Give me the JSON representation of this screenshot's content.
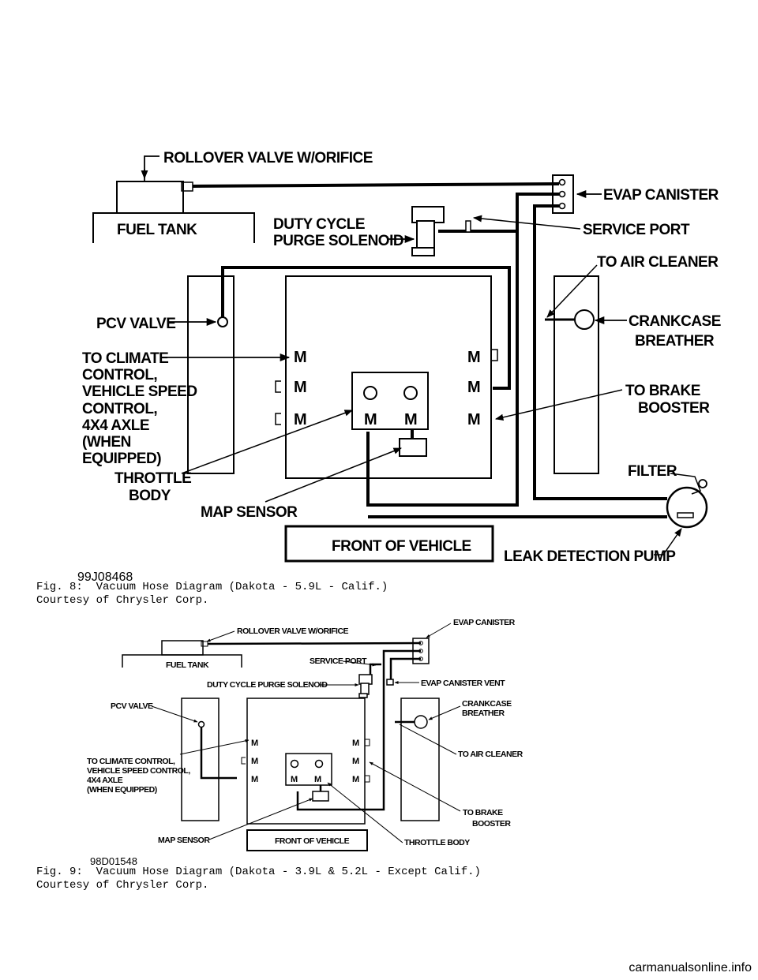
{
  "fig8": {
    "labels": {
      "rollover": "ROLLOVER VALVE W/ORIFICE",
      "evap": "EVAP CANISTER",
      "fuel_tank": "FUEL TANK",
      "duty1": "DUTY CYCLE",
      "duty2": "PURGE SOLENOID",
      "service_port": "SERVICE PORT",
      "air_cleaner": "TO AIR CLEANER",
      "pcv": "PCV VALVE",
      "crank1": "CRANKCASE",
      "crank2": "BREATHER",
      "climate1": "TO CLIMATE",
      "climate2": "CONTROL,",
      "climate3": "VEHICLE SPEED",
      "climate4": "CONTROL,",
      "climate5": "4X4 AXLE",
      "climate6": "(WHEN",
      "climate7": "EQUIPPED)",
      "brake1": "TO BRAKE",
      "brake2": "BOOSTER",
      "throttle1": "THROTTLE",
      "throttle2": "BODY",
      "filter": "FILTER",
      "map": "MAP SENSOR",
      "front": "FRONT OF VEHICLE",
      "leak": "LEAK DETECTION PUMP",
      "m": "M"
    },
    "code": "99J08468",
    "caption_line1": "Fig. 8:  Vacuum Hose Diagram (Dakota - 5.9L - Calif.)",
    "caption_line2": "Courtesy of Chrysler Corp."
  },
  "fig9": {
    "labels": {
      "rollover": "ROLLOVER VALVE W/ORIFICE",
      "evap": "EVAP CANISTER",
      "fuel_tank": "FUEL TANK",
      "service_port": "SERVICE PORT",
      "duty": "DUTY CYCLE PURGE SOLENOID",
      "evap_vent": "EVAP CANISTER VENT",
      "pcv": "PCV VALVE",
      "crank1": "CRANKCASE",
      "crank2": "BREATHER",
      "climate1": "TO CLIMATE CONTROL,",
      "climate2": "VEHICLE SPEED CONTROL,",
      "climate3": "4X4 AXLE",
      "climate4": "(WHEN EQUIPPED)",
      "air_cleaner": "TO AIR CLEANER",
      "brake1": "TO BRAKE",
      "brake2": "BOOSTER",
      "map": "MAP SENSOR",
      "front": "FRONT OF VEHICLE",
      "throttle": "THROTTLE BODY",
      "m": "M"
    },
    "code": "98D01548",
    "caption_line1": "Fig. 9:  Vacuum Hose Diagram (Dakota - 3.9L & 5.2L - Except Calif.)",
    "caption_line2": "Courtesy of Chrysler Corp."
  },
  "watermark": "carmanualsonline.info"
}
